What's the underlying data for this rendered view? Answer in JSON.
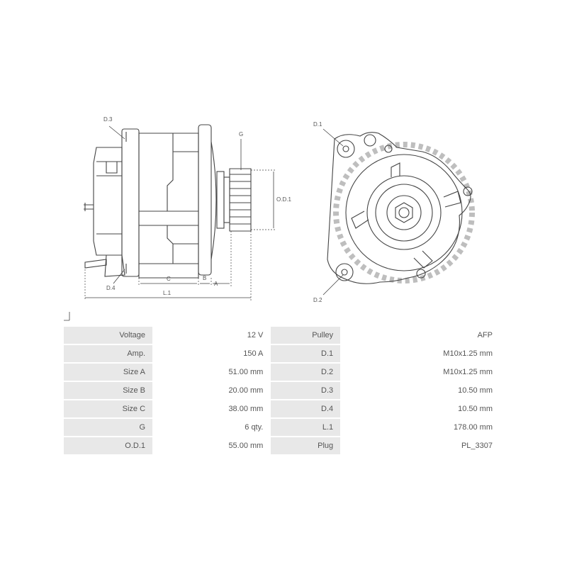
{
  "labels": {
    "d3": "D.3",
    "d4": "D.4",
    "g": "G",
    "od1": "O.D.1",
    "c": "C",
    "b": "B",
    "a": "A",
    "l1": "L.1",
    "d1": "D.1",
    "d2": "D.2"
  },
  "specs": [
    {
      "k1": "Voltage",
      "v1": "12 V",
      "k2": "Pulley",
      "v2": "AFP"
    },
    {
      "k1": "Amp.",
      "v1": "150 A",
      "k2": "D.1",
      "v2": "M10x1.25 mm"
    },
    {
      "k1": "Size A",
      "v1": "51.00 mm",
      "k2": "D.2",
      "v2": "M10x1.25 mm"
    },
    {
      "k1": "Size B",
      "v1": "20.00 mm",
      "k2": "D.3",
      "v2": "10.50 mm"
    },
    {
      "k1": "Size C",
      "v1": "38.00 mm",
      "k2": "D.4",
      "v2": "10.50 mm"
    },
    {
      "k1": "G",
      "v1": "6 qty.",
      "k2": "L.1",
      "v2": "178.00 mm"
    },
    {
      "k1": "O.D.1",
      "v1": "55.00 mm",
      "k2": "Plug",
      "v2": "PL_3307"
    }
  ]
}
